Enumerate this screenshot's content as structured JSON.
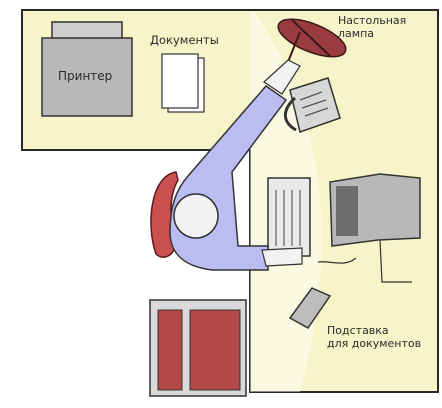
{
  "labels": {
    "printer": "Принтер",
    "documents": "Документы",
    "lamp": "Настольная лампа",
    "document_stand": "Подставка для документов"
  },
  "lamp_lines": [
    "Настольная",
    "лампа"
  ],
  "stand_lines": [
    "Подставка",
    "для документов"
  ],
  "colors": {
    "desk": "#f6f4c8",
    "desk_outline": "#2a2a2a",
    "shirt": "#b9bdf2",
    "chair": "#c9504f",
    "monitor": "#b8b8b8",
    "printer": "#b8b8b8",
    "lamp": "#9a3b3f",
    "cabinet": "#b24848"
  }
}
